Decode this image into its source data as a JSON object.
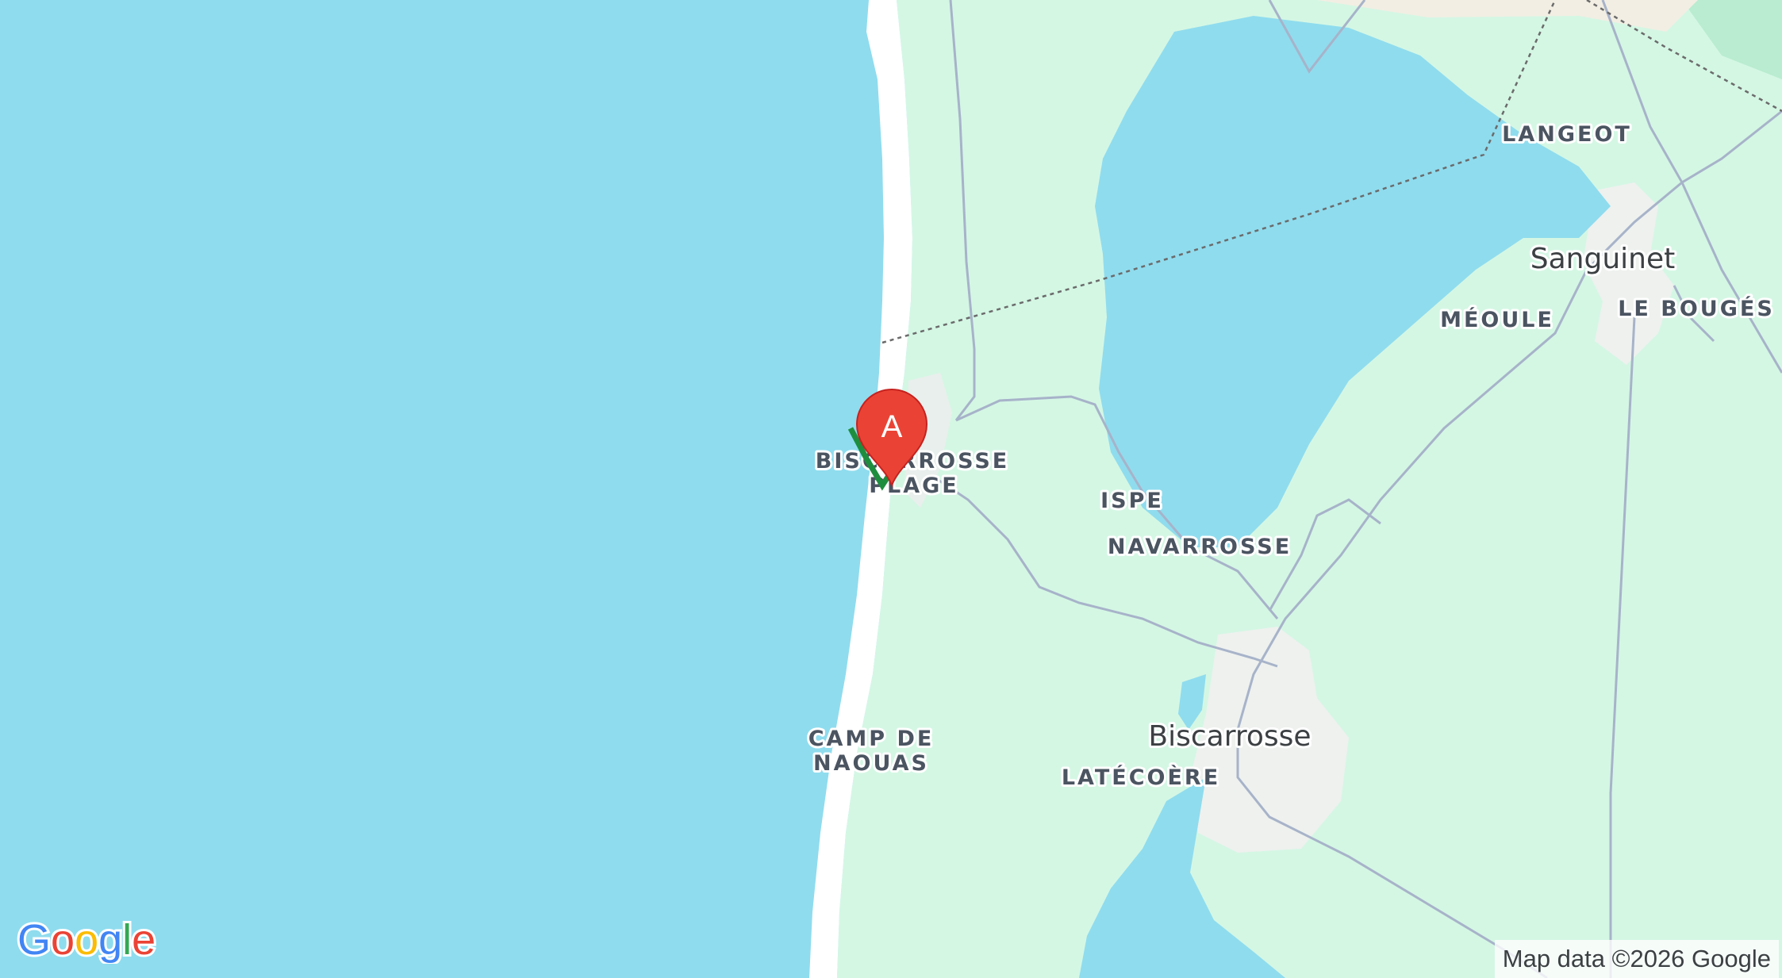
{
  "map": {
    "places": {
      "langeot": "LANGEOT",
      "sanguinet": "Sanguinet",
      "meoule": "MÉOULE",
      "le_bouges": "LE BOUGÉS",
      "biscarrosse_plage_line1": "BISCARROSSE",
      "biscarrosse_plage_line2": "PLAGE",
      "ispe": "ISPE",
      "navarrosse": "NAVARROSSE",
      "camp_de_naouas_line1": "CAMP DE",
      "camp_de_naouas_line2": "NAOUAS",
      "biscarrosse": "Biscarrosse",
      "latecoere": "LATÉCOÈRE"
    },
    "marker": {
      "label": "A",
      "color": "#ea4335"
    },
    "colors": {
      "ocean": "#8fdcee",
      "land": "#d4f7e4",
      "beach": "#ffffff",
      "road": "#a7b3c9",
      "urban": "#f1f3f4"
    }
  },
  "branding": {
    "logo": "Google"
  },
  "attribution": "Map data ©2026 Google"
}
